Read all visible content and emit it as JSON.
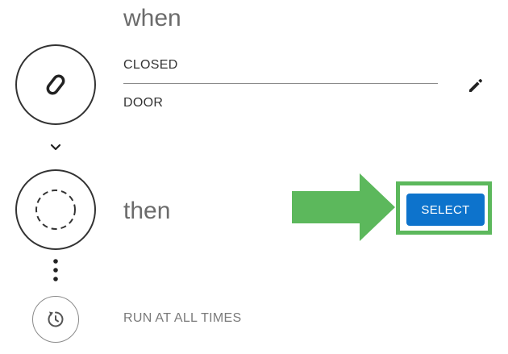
{
  "when": {
    "title": "when",
    "icon": "link-icon",
    "condition": {
      "state": "CLOSED",
      "device": "DOOR"
    },
    "edit_icon": "pencil-icon"
  },
  "connector_icon": "chevron-down-icon",
  "then": {
    "title": "then",
    "icon": "dashed-circle-icon",
    "select_label": "SELECT",
    "highlight_color": "#5cb85c",
    "button_color": "#0d73cc"
  },
  "more_icon": "vertical-dots-icon",
  "mode": {
    "icon": "history-icon",
    "label": "RUN AT ALL TIMES"
  }
}
